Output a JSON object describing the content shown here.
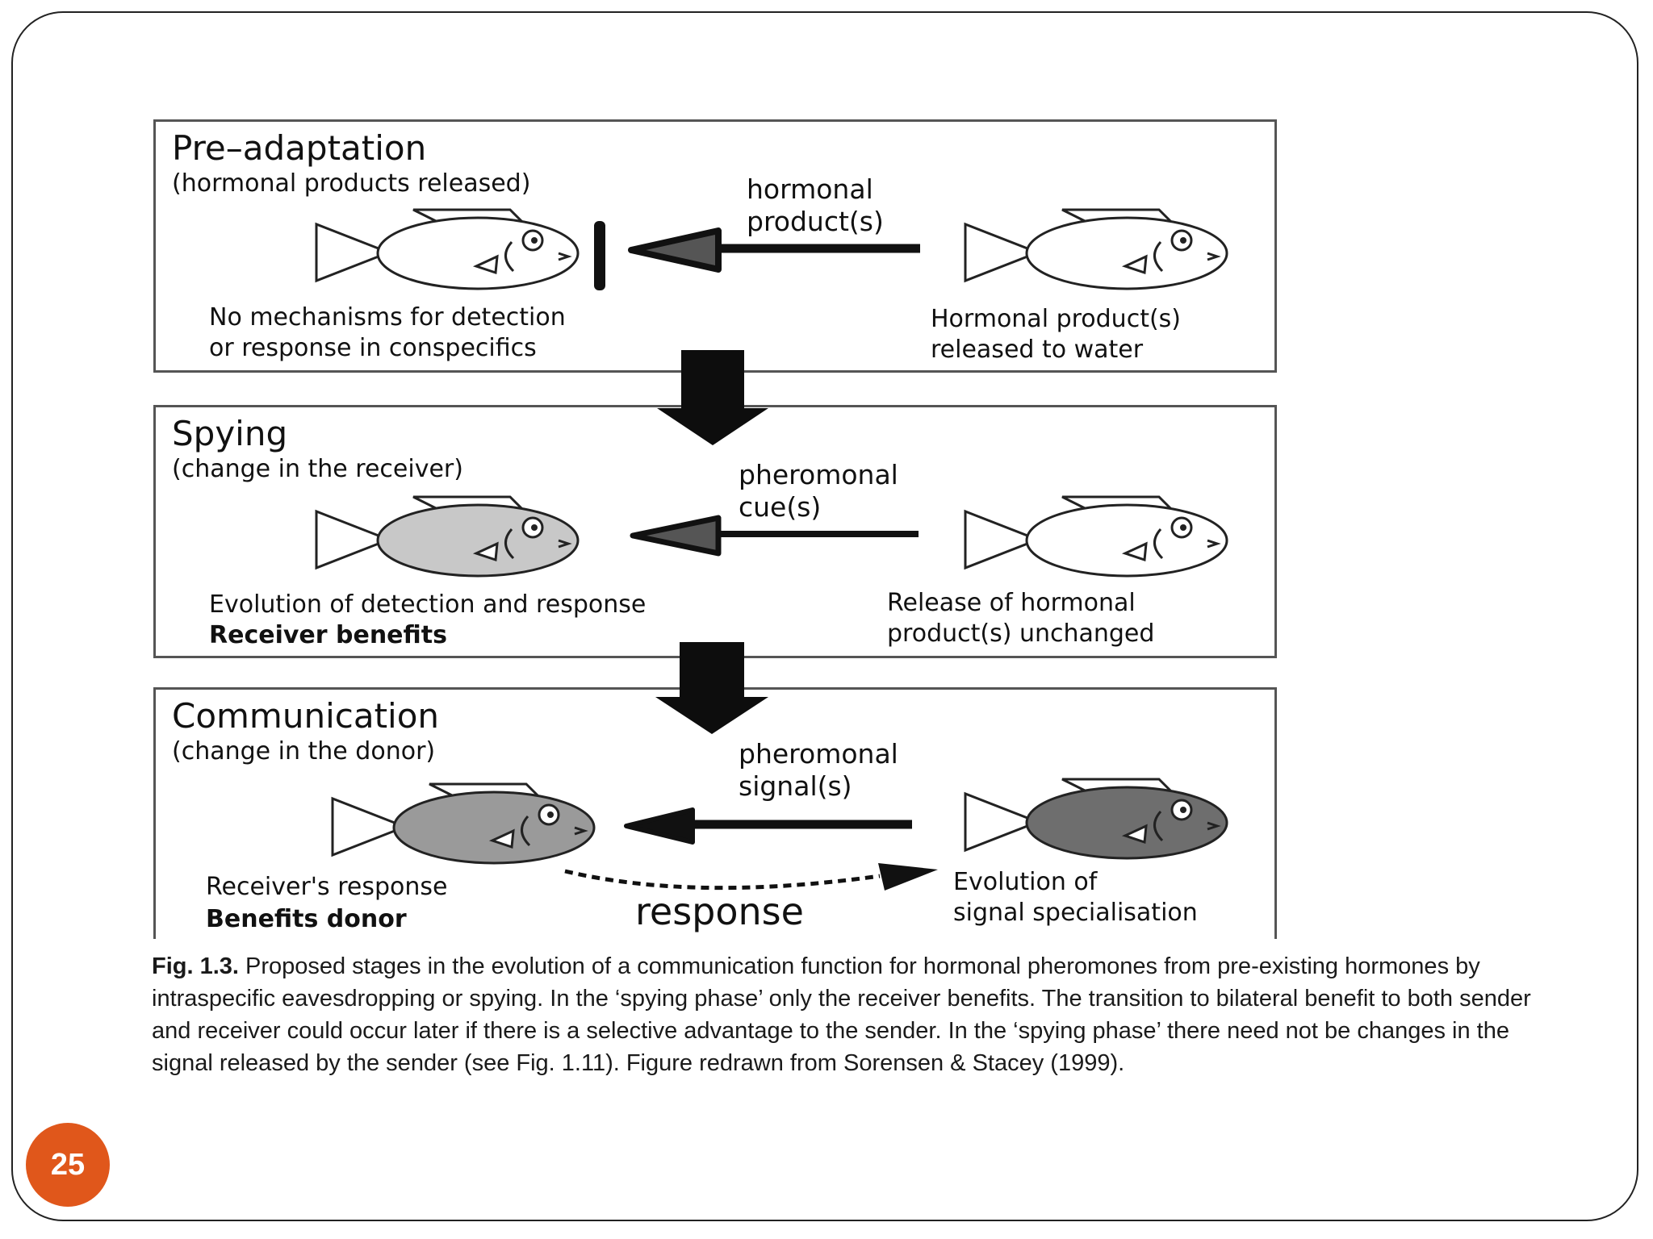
{
  "stages": [
    {
      "title": "Pre–adaptation",
      "subtitle": "(hormonal products released)",
      "arrow_label_line1": "hormonal",
      "arrow_label_line2": "product(s)",
      "left_desc_line1": "No mechanisms for detection",
      "left_desc_line2": "or response in conspecifics",
      "right_desc_line1": "Hormonal product(s)",
      "right_desc_line2": "released to water",
      "left_fish_fill": "#ffffff",
      "right_fish_fill": "#ffffff"
    },
    {
      "title": "Spying",
      "subtitle": "(change in the receiver)",
      "arrow_label_line1": "pheromonal",
      "arrow_label_line2": "cue(s)",
      "left_desc_line1": "Evolution of detection and response",
      "left_desc_line2": "Receiver benefits",
      "right_desc_line1": "Release of hormonal",
      "right_desc_line2": "product(s) unchanged",
      "left_fish_fill": "#c8c8c8",
      "right_fish_fill": "#ffffff"
    },
    {
      "title": "Communication",
      "subtitle": "(change in the donor)",
      "arrow_label_line1": "pheromonal",
      "arrow_label_line2": "signal(s)",
      "left_desc_line1": "Receiver's response",
      "left_desc_line2": "Benefits donor",
      "right_desc_line1": "Evolution of",
      "right_desc_line2": "signal specialisation",
      "response_label": "response",
      "left_fish_fill": "#9a9a9a",
      "right_fish_fill": "#6e6e6e"
    }
  ],
  "caption": {
    "label": "Fig. 1.3.",
    "text": "Proposed stages in the evolution of a communication function for hormonal pheromones from pre-existing hormones by intraspecific eavesdropping or spying. In the ‘spying phase’ only the receiver benefits. The transition to bilateral benefit to both sender and receiver could occur later if there is a selective advantage to the sender. In the ‘spying phase’ there need not be changes in the signal released by the sender (see Fig. 1.11). Figure redrawn from Sorensen & Stacey (1999)."
  },
  "page_number": "25",
  "colors": {
    "badge": "#e0571b",
    "arrowhead": "#555555"
  }
}
